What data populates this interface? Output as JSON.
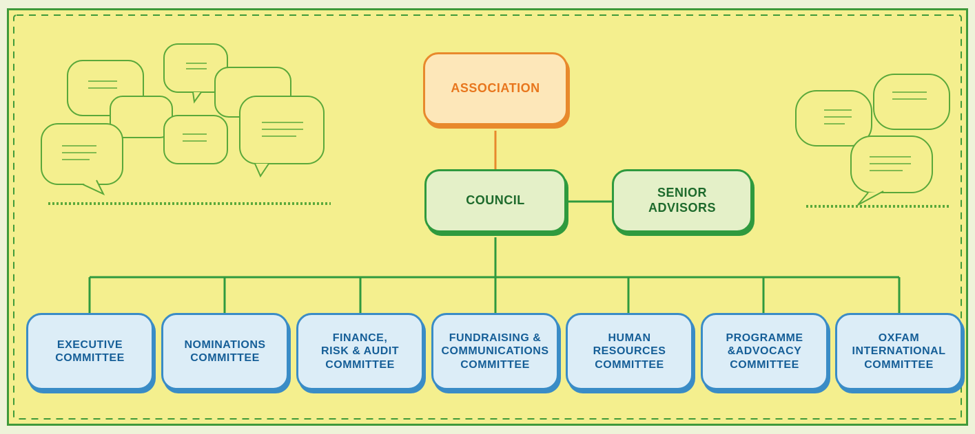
{
  "diagram": {
    "top": {
      "label": "ASSOCIATION"
    },
    "middle": [
      {
        "label": "COUNCIL"
      },
      {
        "label": "SENIOR\nADVISORS"
      }
    ],
    "committees": [
      {
        "label": "EXECUTIVE\nCOMMITTEE"
      },
      {
        "label": "NOMINATIONS\nCOMMITTEE"
      },
      {
        "label": "FINANCE,\nRISK & AUDIT\nCOMMITTEE"
      },
      {
        "label": "FUNDRAISING &\nCOMMUNICATIONS\nCOMMITTEE"
      },
      {
        "label": "HUMAN\nRESOURCES\nCOMMITTEE"
      },
      {
        "label": "PROGRAMME\n&ADVOCACY\nCOMMITTEE"
      },
      {
        "label": "OXFAM\nINTERNATIONAL\nCOMMITTEE"
      }
    ]
  },
  "colors": {
    "background": "#f4ef8e",
    "frame": "#3f9a3a",
    "association": "#e8892c",
    "council": "#2f9a3e",
    "committee": "#3a8cc6"
  },
  "decorations": {
    "left_icon": "speech-bubbles-icon",
    "right_icon": "speech-bubbles-icon"
  }
}
